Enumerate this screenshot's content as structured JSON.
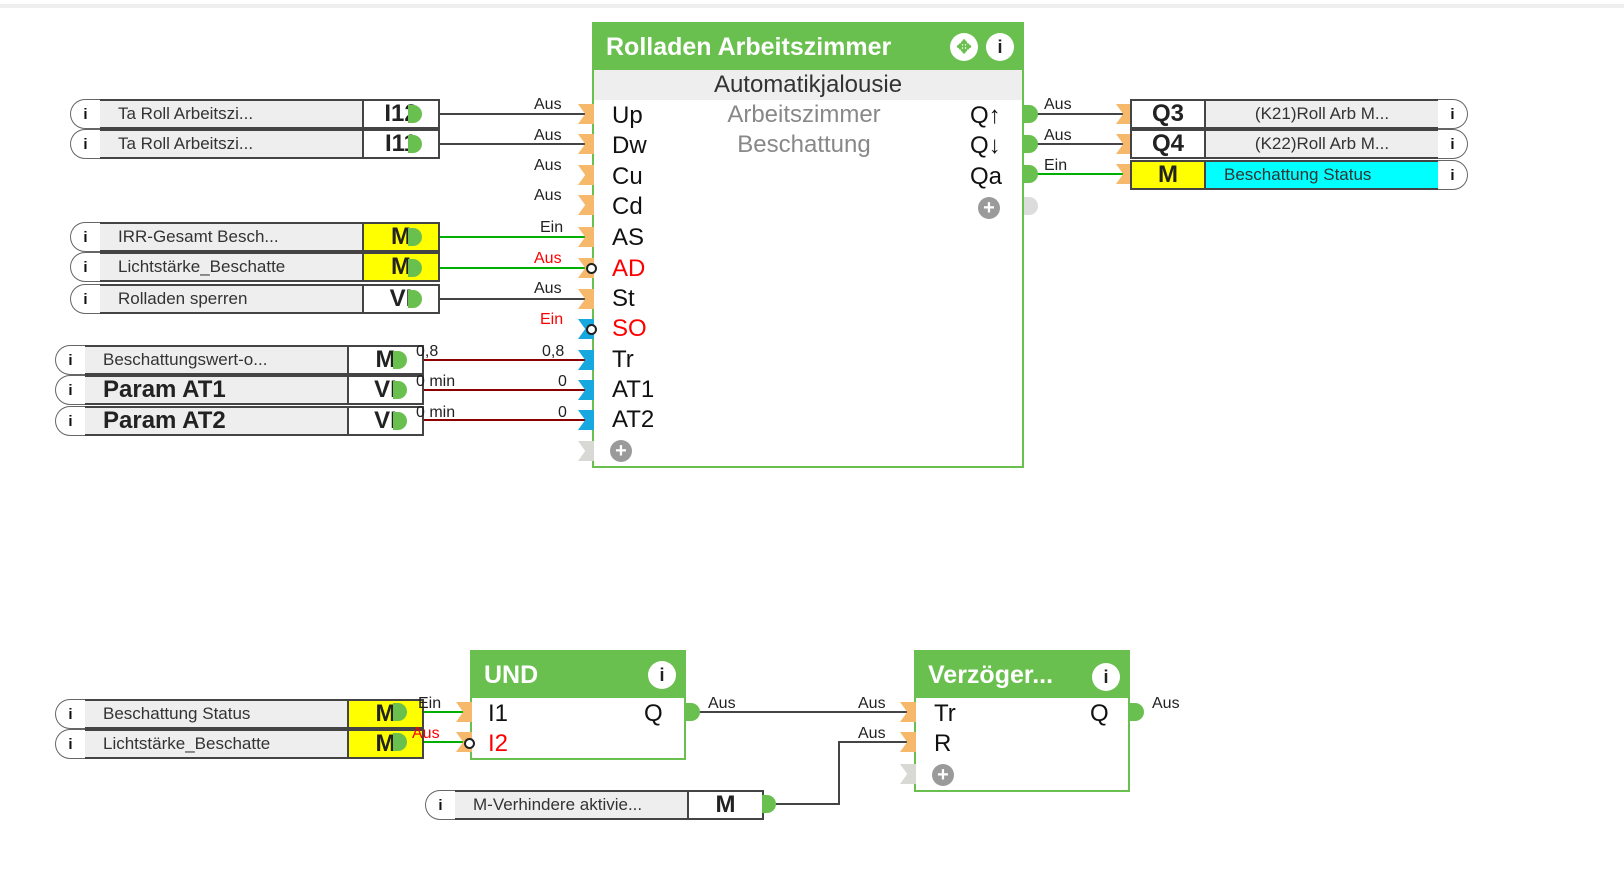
{
  "colors": {
    "block_green": "#6ac04f",
    "input_orange": "#f6b86a",
    "input_blue": "#17a8e0",
    "marker_yellow": "#ffff00",
    "status_cyan": "#00ffff",
    "wire_green": "#00b000",
    "wire_dark": "#444444",
    "wire_param": "#8b0000",
    "negated_red": "#ff0000"
  },
  "main_block": {
    "title": "Rolladen Arbeitszimmer",
    "subtitle": "Automatikjalousie",
    "description": [
      "Arbeitszimmer",
      "Beschattung"
    ],
    "inputs": [
      {
        "label": "Up",
        "value": "Aus",
        "negated": false
      },
      {
        "label": "Dw",
        "value": "Aus",
        "negated": false
      },
      {
        "label": "Cu",
        "value": "Aus",
        "negated": false
      },
      {
        "label": "Cd",
        "value": "Aus",
        "negated": false
      },
      {
        "label": "AS",
        "value": "Ein",
        "negated": false
      },
      {
        "label": "AD",
        "value": "Aus",
        "negated": true
      },
      {
        "label": "St",
        "value": "Aus",
        "negated": false
      },
      {
        "label": "SO",
        "value": "Ein",
        "negated": true
      },
      {
        "label": "Tr",
        "value": "0,8",
        "negated": false
      },
      {
        "label": "AT1",
        "value": "0",
        "negated": false
      },
      {
        "label": "AT2",
        "value": "0",
        "negated": false
      }
    ],
    "outputs": [
      {
        "label": "Q↑",
        "value": "Aus"
      },
      {
        "label": "Q↓",
        "value": "Aus"
      },
      {
        "label": "Qa",
        "value": "Ein"
      }
    ]
  },
  "left_inputs": [
    {
      "name": "Ta Roll Arbeitszi...",
      "tag": "I12"
    },
    {
      "name": "Ta Roll Arbeitszi...",
      "tag": "I11"
    },
    {
      "name": "IRR-Gesamt Besch...",
      "tag": "M"
    },
    {
      "name": "Lichtstärke_Beschatte",
      "tag": "M"
    },
    {
      "name": "Rolladen sperren",
      "tag": "VI"
    },
    {
      "name": "Beschattungswert-o...",
      "tag": "M",
      "out_value": "0,8"
    },
    {
      "name": "Param AT1",
      "tag": "VI",
      "out_value": "0 min"
    },
    {
      "name": "Param AT2",
      "tag": "VI",
      "out_value": "0 min"
    }
  ],
  "right_outputs": [
    {
      "tag": "Q3",
      "name": "(K21)Roll Arb M..."
    },
    {
      "tag": "Q4",
      "name": "(K22)Roll Arb M..."
    },
    {
      "tag": "M",
      "name": "Beschattung Status"
    }
  ],
  "und_block": {
    "title": "UND",
    "inputs": [
      {
        "label": "I1",
        "value": "Ein",
        "negated": false
      },
      {
        "label": "I2",
        "value": "Aus",
        "negated": true
      }
    ],
    "output": {
      "label": "Q",
      "value": "Aus"
    }
  },
  "delay_block": {
    "title": "Verzöger...",
    "inputs": [
      {
        "label": "Tr",
        "value": "Aus"
      },
      {
        "label": "R",
        "value": "Aus"
      }
    ],
    "output": {
      "label": "Q",
      "value": "Aus"
    }
  },
  "bottom_inputs": [
    {
      "name": "Beschattung Status",
      "tag": "M"
    },
    {
      "name": "Lichtstärke_Beschatte",
      "tag": "M"
    },
    {
      "name": "M-Verhindere aktivie...",
      "tag": "M"
    }
  ],
  "icons": {
    "info": "i",
    "move": "✥",
    "add": "+"
  }
}
